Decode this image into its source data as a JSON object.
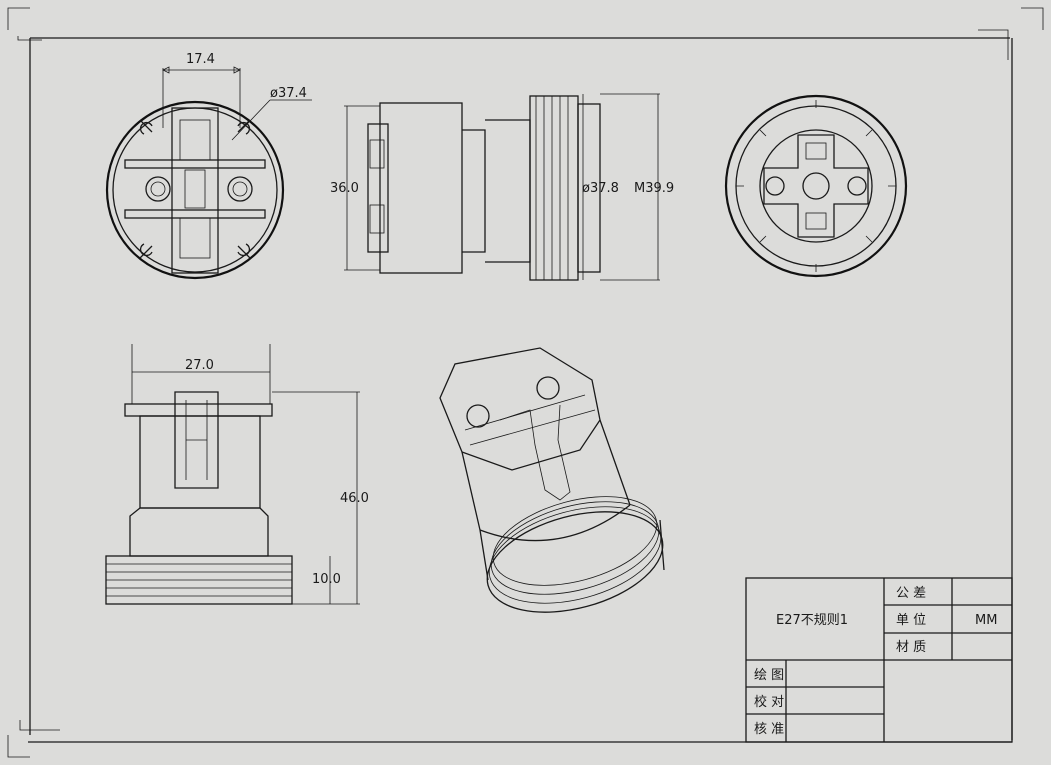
{
  "dimensions": {
    "top_width": "17.4",
    "top_diameter": "ø37.4",
    "side_height": "36.0",
    "thread_inner_diameter": "ø37.8",
    "thread_major": "M39.9",
    "front_width": "27.0",
    "front_height": "46.0",
    "thread_length": "10.0"
  },
  "title_block": {
    "part_name": "E27不规则1",
    "tolerance_label": "公  差",
    "unit_label": "单  位",
    "unit_value": "MM",
    "material_label": "材  质",
    "drawn_label": "绘  图",
    "checked_label": "校  对",
    "approved_label": "核  准"
  },
  "colors": {
    "paper": "#dcdcda",
    "ink": "#1a1a1a"
  }
}
